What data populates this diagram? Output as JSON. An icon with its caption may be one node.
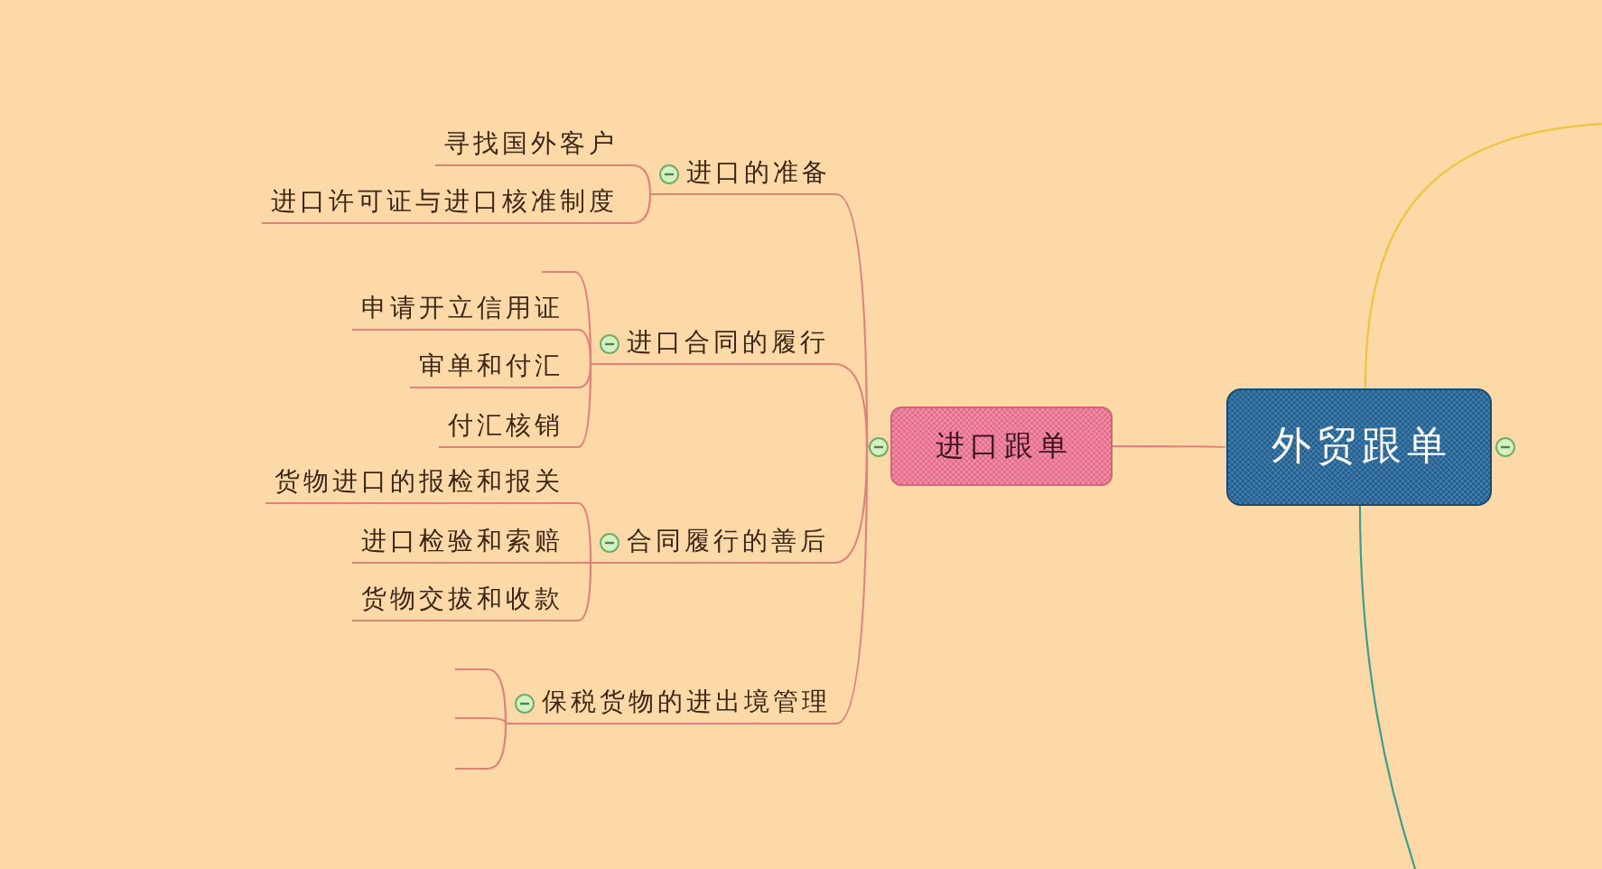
{
  "diagram": {
    "nodes": [
      {
        "text": [
          "外贸跟单"
        ]
      },
      {
        "text": [
          "进口跟单"
        ]
      },
      {
        "text": [
          "进口的准备"
        ]
      },
      {
        "text": [
          "寻找国外客户"
        ]
      },
      {
        "text": [
          "进口许可证与进口核准制度"
        ]
      },
      {
        "text": [
          "进口合同的履行"
        ]
      },
      {
        "text": [],
        "shape": "line"
      },
      {
        "text": [
          "申请开立信用证"
        ]
      },
      {
        "text": [
          "审单和付汇"
        ]
      },
      {
        "text": [
          "付汇核销"
        ]
      },
      {
        "text": [
          "合同履行的善后"
        ]
      },
      {
        "text": [
          "货物进口的报检和报关"
        ]
      },
      {
        "text": [
          "进口检验和索赔"
        ]
      },
      {
        "text": [
          "货物交拔和收款"
        ]
      },
      {
        "text": [
          "保税货物的进出境管理"
        ]
      },
      {
        "text": [],
        "shape": "line"
      },
      {
        "text": [],
        "shape": "line"
      },
      {
        "text": [],
        "shape": "line"
      }
    ],
    "edges": [
      {
        "from": 0,
        "to": 1,
        "arrow": "none"
      },
      {
        "from": 1,
        "to": 2,
        "arrow": "none"
      },
      {
        "from": 1,
        "to": 5,
        "arrow": "none"
      },
      {
        "from": 1,
        "to": 10,
        "arrow": "none"
      },
      {
        "from": 1,
        "to": 14,
        "arrow": "none"
      },
      {
        "from": 2,
        "to": 3,
        "arrow": "none"
      },
      {
        "from": 2,
        "to": 4,
        "arrow": "none"
      },
      {
        "from": 5,
        "to": 6,
        "arrow": "none"
      },
      {
        "from": 5,
        "to": 7,
        "arrow": "none"
      },
      {
        "from": 5,
        "to": 8,
        "arrow": "none"
      },
      {
        "from": 5,
        "to": 9,
        "arrow": "none"
      },
      {
        "from": 10,
        "to": 11,
        "arrow": "none"
      },
      {
        "from": 10,
        "to": 12,
        "arrow": "none"
      },
      {
        "from": 10,
        "to": 13,
        "arrow": "none"
      },
      {
        "from": 14,
        "to": 15,
        "arrow": "none"
      },
      {
        "from": 14,
        "to": 16,
        "arrow": "none"
      },
      {
        "from": 14,
        "to": 17,
        "arrow": "none"
      },
      {
        "from": 0,
        "to": null,
        "arrow": "none",
        "color": "#f2c23e"
      },
      {
        "from": 0,
        "to": null,
        "arrow": "none",
        "color": "#3e9e8c"
      }
    ]
  }
}
